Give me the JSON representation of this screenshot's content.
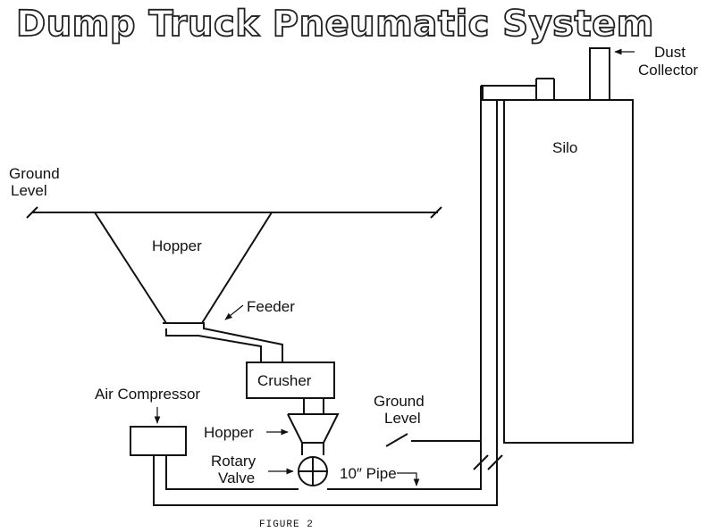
{
  "title": "Dump Truck Pneumatic System",
  "caption": "FIGURE 2",
  "labels": {
    "dust_collector": [
      "Dust",
      "Collector"
    ],
    "silo": "Silo",
    "ground_level_left": [
      "Ground",
      "Level"
    ],
    "hopper_top": "Hopper",
    "feeder": "Feeder",
    "crusher": "Crusher",
    "air_compressor": "Air Compressor",
    "ground_level_right": [
      "Ground",
      "Level"
    ],
    "hopper_small": "Hopper",
    "rotary_valve": [
      "Rotary",
      "Valve"
    ],
    "pipe": "10″ Pipe"
  }
}
